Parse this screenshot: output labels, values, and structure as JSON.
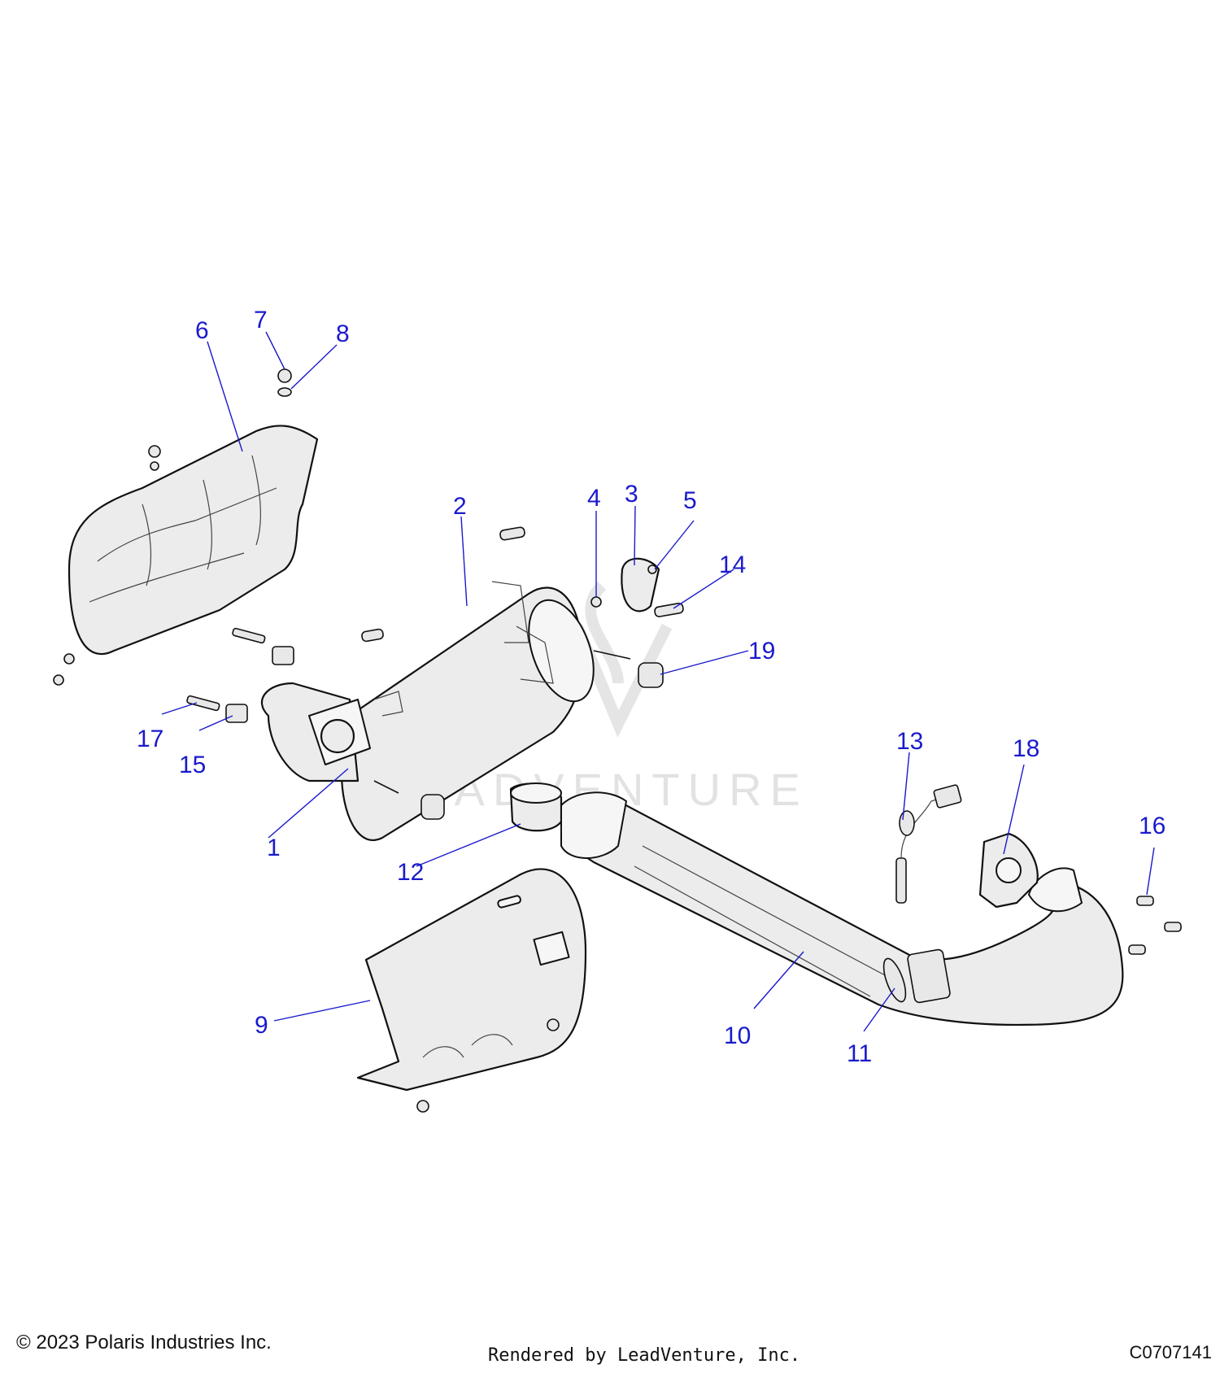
{
  "diagram": {
    "watermark": "LEADVENTURE",
    "callouts": [
      "1",
      "2",
      "3",
      "4",
      "5",
      "6",
      "7",
      "8",
      "9",
      "10",
      "11",
      "12",
      "13",
      "14",
      "15",
      "16",
      "17",
      "18",
      "19"
    ]
  },
  "footer": {
    "copyright": "© 2023 Polaris Industries Inc.",
    "rendered_by": "Rendered by LeadVenture, Inc.",
    "diagram_code": "C0707141"
  }
}
